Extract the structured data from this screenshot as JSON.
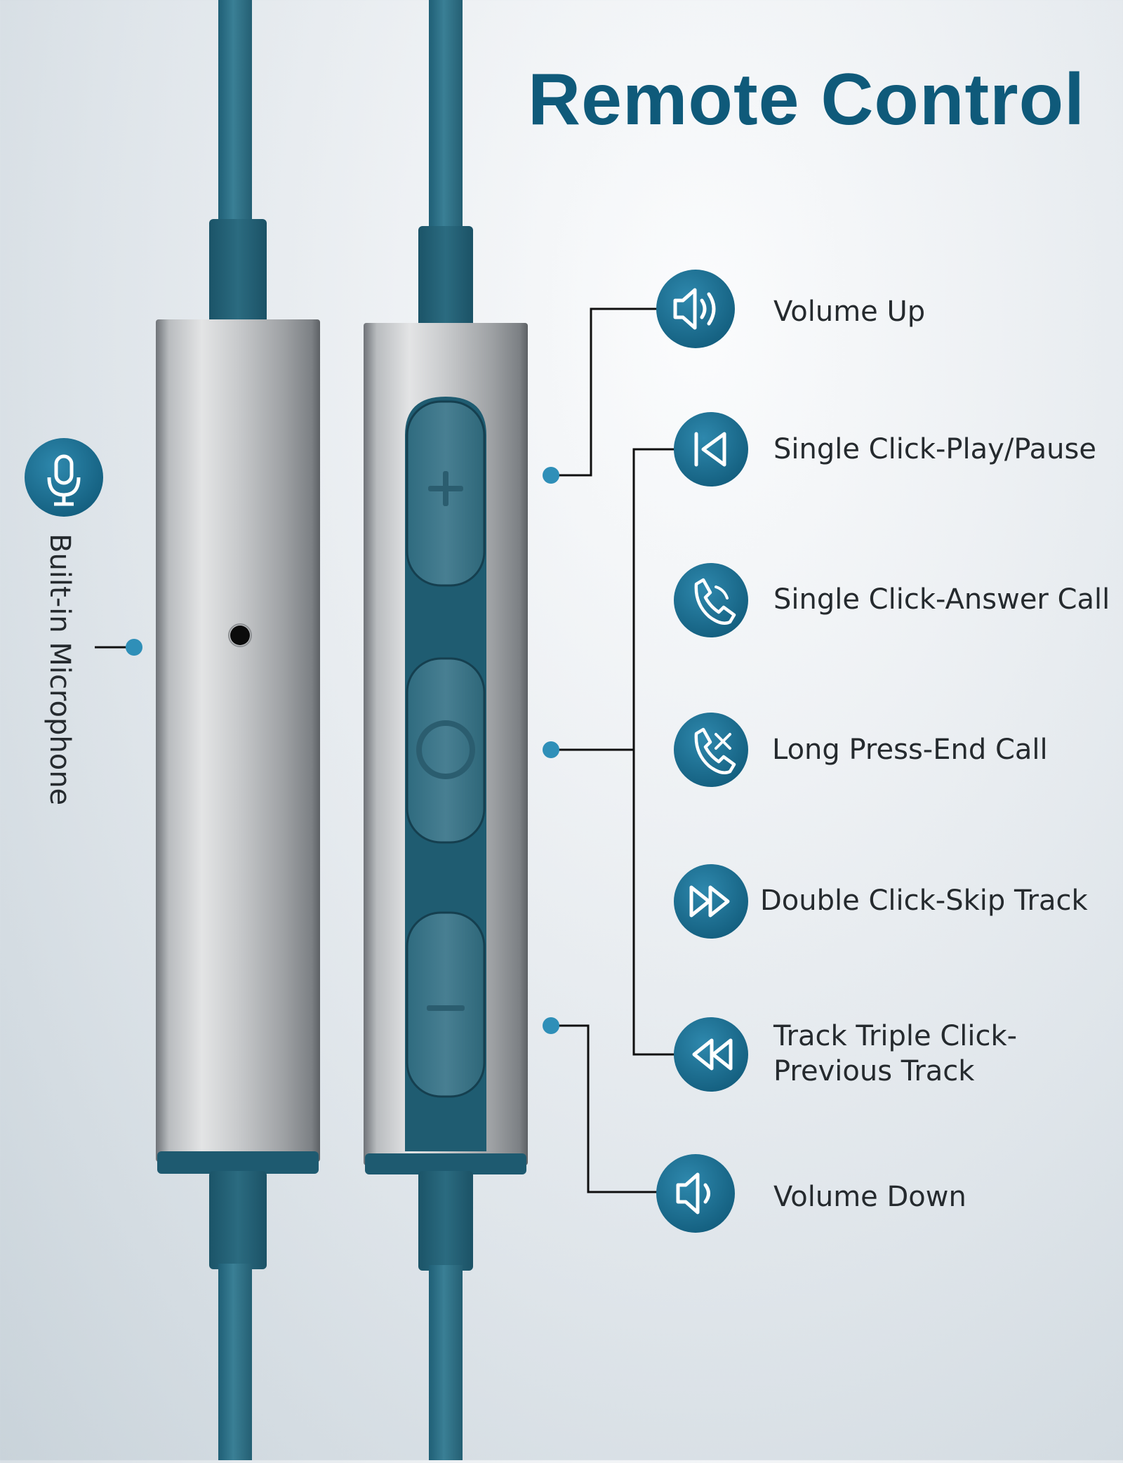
{
  "title": "Remote Control",
  "microphone": {
    "label": "Built-in Microphone",
    "icon": "microphone-icon"
  },
  "functions": [
    {
      "label": "Volume Up",
      "icon": "volume-up-icon"
    },
    {
      "label": "Single Click-Play/Pause",
      "icon": "play-pause-icon"
    },
    {
      "label": "Single Click-Answer Call",
      "icon": "phone-icon"
    },
    {
      "label": "Long Press-End Call",
      "icon": "end-call-icon"
    },
    {
      "label": "Double Click-Skip Track",
      "icon": "skip-forward-icon"
    },
    {
      "label_line1": "Track Triple Click-",
      "label_line2": "Previous Track",
      "icon": "rewind-icon"
    },
    {
      "label": "Volume Down",
      "icon": "volume-down-icon"
    }
  ],
  "colors": {
    "cable": "#2f6f85",
    "icon_circle": "#1c6e90",
    "title": "#0f5a7a",
    "dot": "#2f8fb8"
  }
}
